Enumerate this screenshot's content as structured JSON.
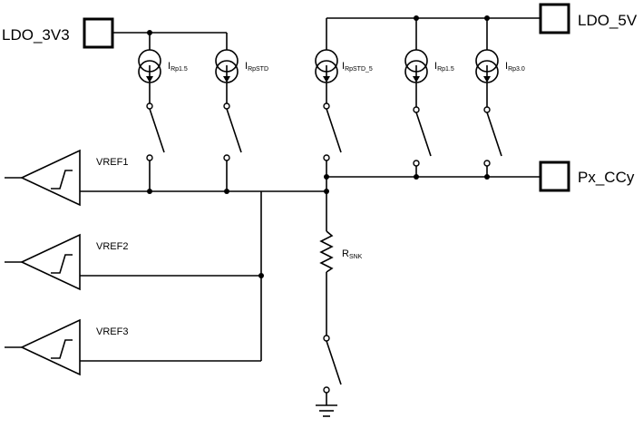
{
  "ports": {
    "ldo_3v3": "LDO_3V3",
    "ldo_5v": "LDO_5V",
    "px_ccy": "Px_CCy"
  },
  "sources": [
    {
      "main": "I",
      "sub": "Rp1.5"
    },
    {
      "main": "I",
      "sub": "RpSTD"
    },
    {
      "main": "I",
      "sub": "RpSTD_5"
    },
    {
      "main": "I",
      "sub": "Rp1.5"
    },
    {
      "main": "I",
      "sub": "Rp3.0"
    }
  ],
  "comparators": [
    {
      "ref": "VREF1"
    },
    {
      "ref": "VREF2"
    },
    {
      "ref": "VREF3"
    }
  ],
  "resistor": {
    "main": "R",
    "sub": "SNK"
  }
}
